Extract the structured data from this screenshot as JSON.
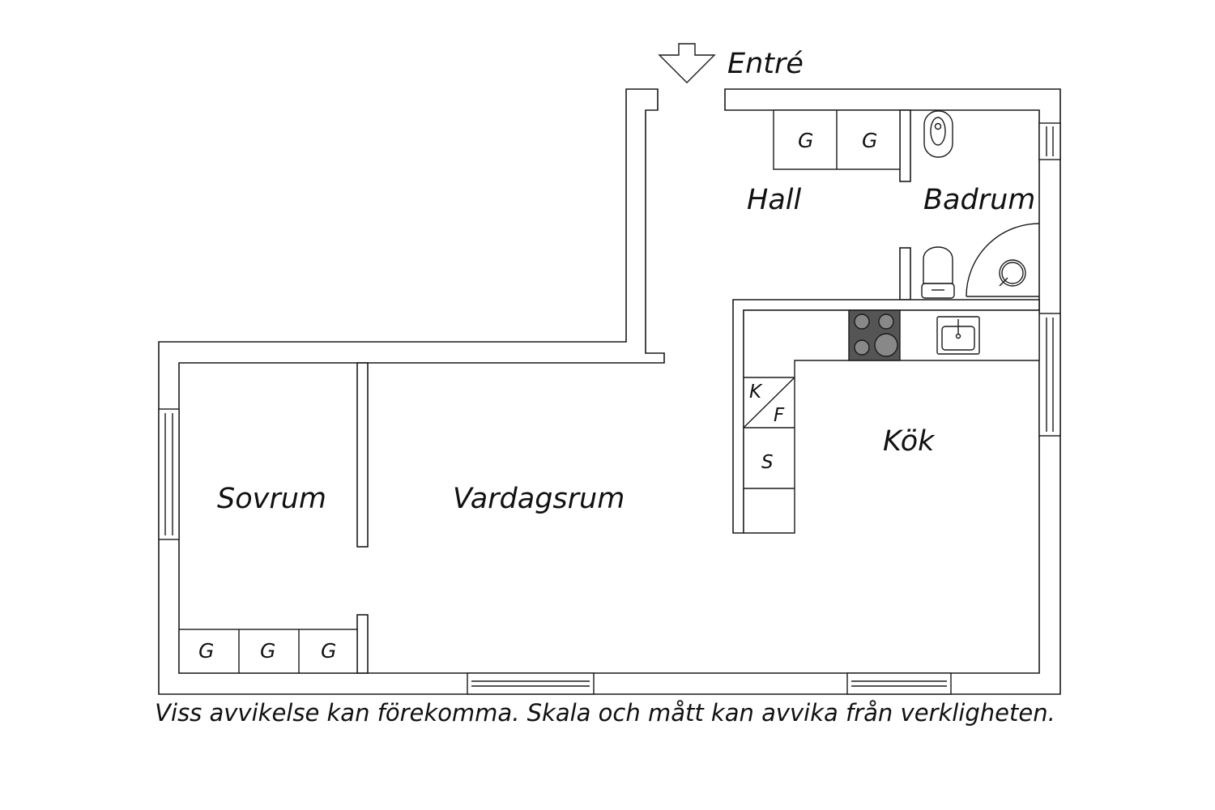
{
  "entrance_label": "Entré",
  "rooms": {
    "hall": "Hall",
    "bathroom": "Badrum",
    "kitchen": "Kök",
    "bedroom": "Sovrum",
    "living_room": "Vardagsrum"
  },
  "storage_labels": {
    "wardrobe": "G",
    "fridge": "K",
    "freezer": "F",
    "dishwasher": "S"
  },
  "disclaimer": "Viss avvikelse kan förekomma. Skala och mått kan avvika från verkligheten."
}
